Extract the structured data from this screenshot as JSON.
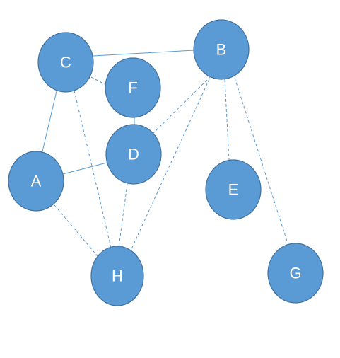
{
  "diagram": {
    "type": "graph",
    "colors": {
      "node_fill": "#5B9BD5",
      "node_stroke": "#41719C",
      "edge": "#5B9BD5",
      "label": "#ffffff",
      "background": "#ffffff"
    },
    "nodes": [
      {
        "id": "C",
        "label": "C"
      },
      {
        "id": "B",
        "label": "B"
      },
      {
        "id": "F",
        "label": "F"
      },
      {
        "id": "D",
        "label": "D"
      },
      {
        "id": "A",
        "label": "A"
      },
      {
        "id": "E",
        "label": "E"
      },
      {
        "id": "H",
        "label": "H"
      },
      {
        "id": "G",
        "label": "G"
      }
    ],
    "edges": [
      {
        "from": "C",
        "to": "B",
        "style": "solid"
      },
      {
        "from": "C",
        "to": "F",
        "style": "dashed"
      },
      {
        "from": "C",
        "to": "A",
        "style": "solid"
      },
      {
        "from": "C",
        "to": "H",
        "style": "dashed"
      },
      {
        "from": "F",
        "to": "D",
        "style": "solid"
      },
      {
        "from": "D",
        "to": "A",
        "style": "solid"
      },
      {
        "from": "D",
        "to": "H",
        "style": "dashed"
      },
      {
        "from": "B",
        "to": "D",
        "style": "dashed"
      },
      {
        "from": "B",
        "to": "H",
        "style": "dashed"
      },
      {
        "from": "B",
        "to": "E",
        "style": "dashed"
      },
      {
        "from": "B",
        "to": "G",
        "style": "dashed"
      },
      {
        "from": "A",
        "to": "H",
        "style": "dashed"
      }
    ]
  }
}
